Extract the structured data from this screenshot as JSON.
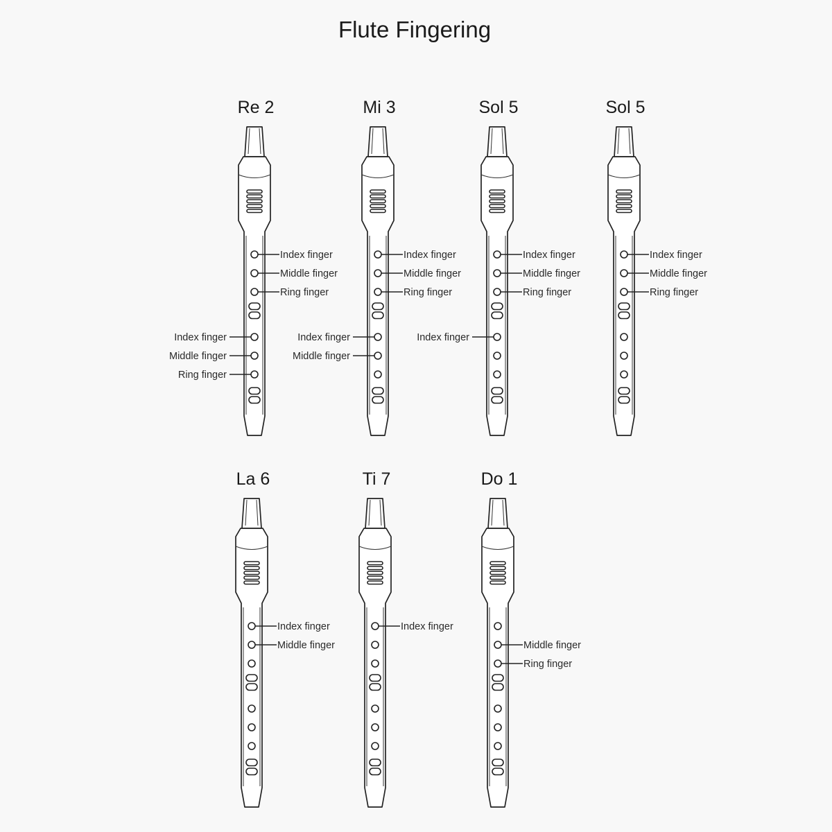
{
  "title": "Flute Fingering",
  "colors": {
    "line": "#222222",
    "background": "#f8f8f8"
  },
  "flutes": [
    {
      "note": "Re 2",
      "row": 0,
      "right": [
        [
          "Index finger",
          0
        ],
        [
          "Middle finger",
          1
        ],
        [
          "Ring finger",
          2
        ]
      ],
      "left": [
        [
          "Index finger",
          3
        ],
        [
          "Middle finger",
          4
        ],
        [
          "Ring finger",
          5
        ]
      ]
    },
    {
      "note": "Mi 3",
      "row": 0,
      "right": [
        [
          "Index finger",
          0
        ],
        [
          "Middle finger",
          1
        ],
        [
          "Ring finger",
          2
        ]
      ],
      "left": [
        [
          "Index finger",
          3
        ],
        [
          "Middle finger",
          4
        ]
      ]
    },
    {
      "note": "Sol 5",
      "row": 0,
      "right": [
        [
          "Index finger",
          0
        ],
        [
          "Middle finger",
          1
        ],
        [
          "Ring finger",
          2
        ]
      ],
      "left": [
        [
          "Index finger",
          3
        ]
      ]
    },
    {
      "note": "Sol 5",
      "row": 0,
      "right": [
        [
          "Index finger",
          0
        ],
        [
          "Middle finger",
          1
        ],
        [
          "Ring finger",
          2
        ]
      ],
      "left": []
    },
    {
      "note": "La 6",
      "row": 1,
      "right": [
        [
          "Index finger",
          0
        ],
        [
          "Middle finger",
          1
        ]
      ],
      "left": []
    },
    {
      "note": "Ti 7",
      "row": 1,
      "right": [
        [
          "Index finger",
          0
        ]
      ],
      "left": []
    },
    {
      "note": "Do 1",
      "row": 1,
      "right": [
        [
          "Middle finger",
          1
        ],
        [
          "Ring finger",
          2
        ]
      ],
      "left": []
    }
  ]
}
